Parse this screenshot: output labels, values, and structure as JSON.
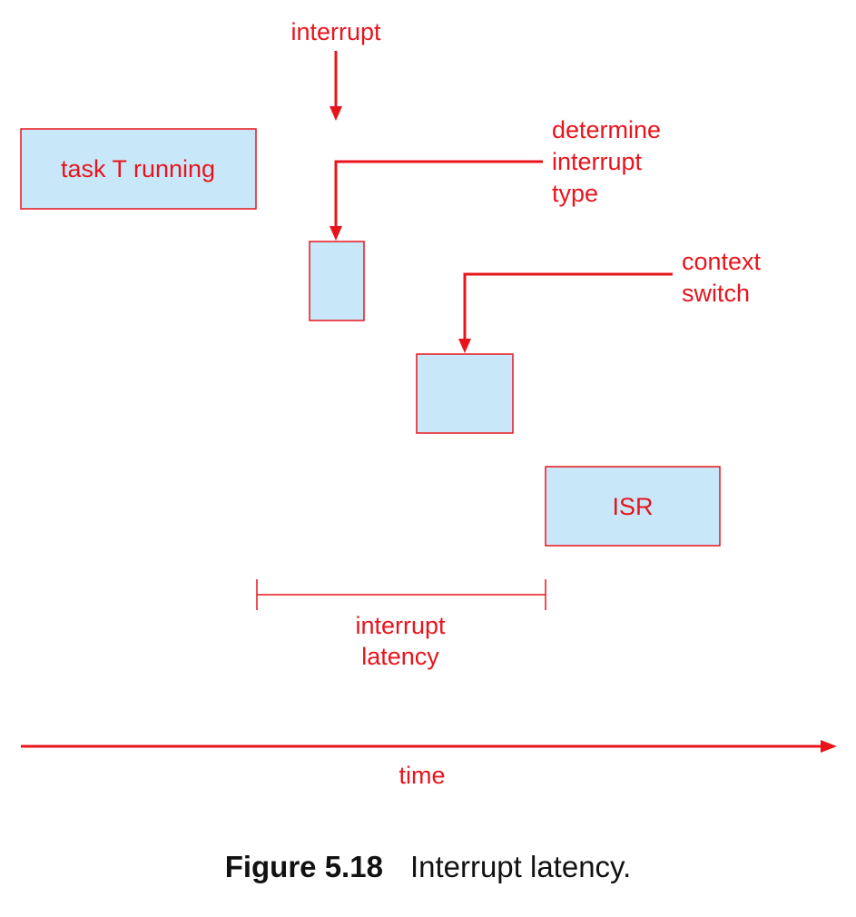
{
  "colors": {
    "accent": "#e8141c",
    "box_fill": "#c8e8fa",
    "caption_text": "#111111"
  },
  "labels": {
    "interrupt": "interrupt",
    "determine_line1": "determine",
    "determine_line2": "interrupt",
    "determine_line3": "type",
    "context_line1": "context",
    "context_line2": "switch",
    "task_box": "task T running",
    "isr_box": "ISR",
    "latency_line1": "interrupt",
    "latency_line2": "latency",
    "time_axis": "time"
  },
  "caption": {
    "number": "Figure 5.18",
    "text": "Interrupt latency."
  }
}
